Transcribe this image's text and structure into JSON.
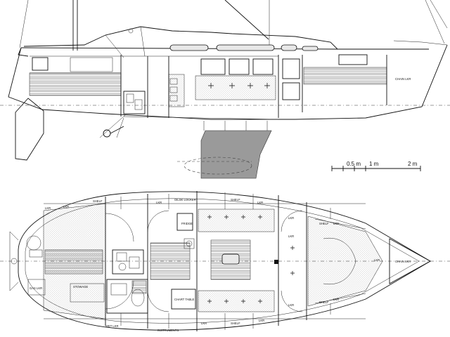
{
  "profile_labels": {
    "chain_locker": "CHAIN LKR"
  },
  "scale_bar": {
    "t0": "0.5 m",
    "t1": "1 m",
    "t2": "2 m"
  },
  "plan_labels": {
    "locker_1": "LKR",
    "shelf_1": "SHELF",
    "locker_2": "LKR",
    "oilskin_locker": "OILSK LOCKER",
    "shelf_2": "SHELF",
    "locker_3": "LKR",
    "locker_4": "LKR",
    "locker_5": "LKR",
    "shelf_3": "SHELF",
    "fridge": "FRIDGE",
    "chain_locker_plan": "CHAIN LKR",
    "gas_locker": "GAS LKR",
    "wet_locker": "WET LKR",
    "instruments": "INSTRUMENTS",
    "chart_table": "CHART TABLE",
    "shelf_4": "SHELF",
    "locker_6": "LKR",
    "locker_7": "LKR",
    "locker_8": "LKR",
    "shelf_5": "SHELF",
    "locker_9": "LKR",
    "locker_10": "LKR",
    "locker_11": "LKR",
    "stowage": "STOWAGE",
    "lkr_aft": "LKR"
  }
}
